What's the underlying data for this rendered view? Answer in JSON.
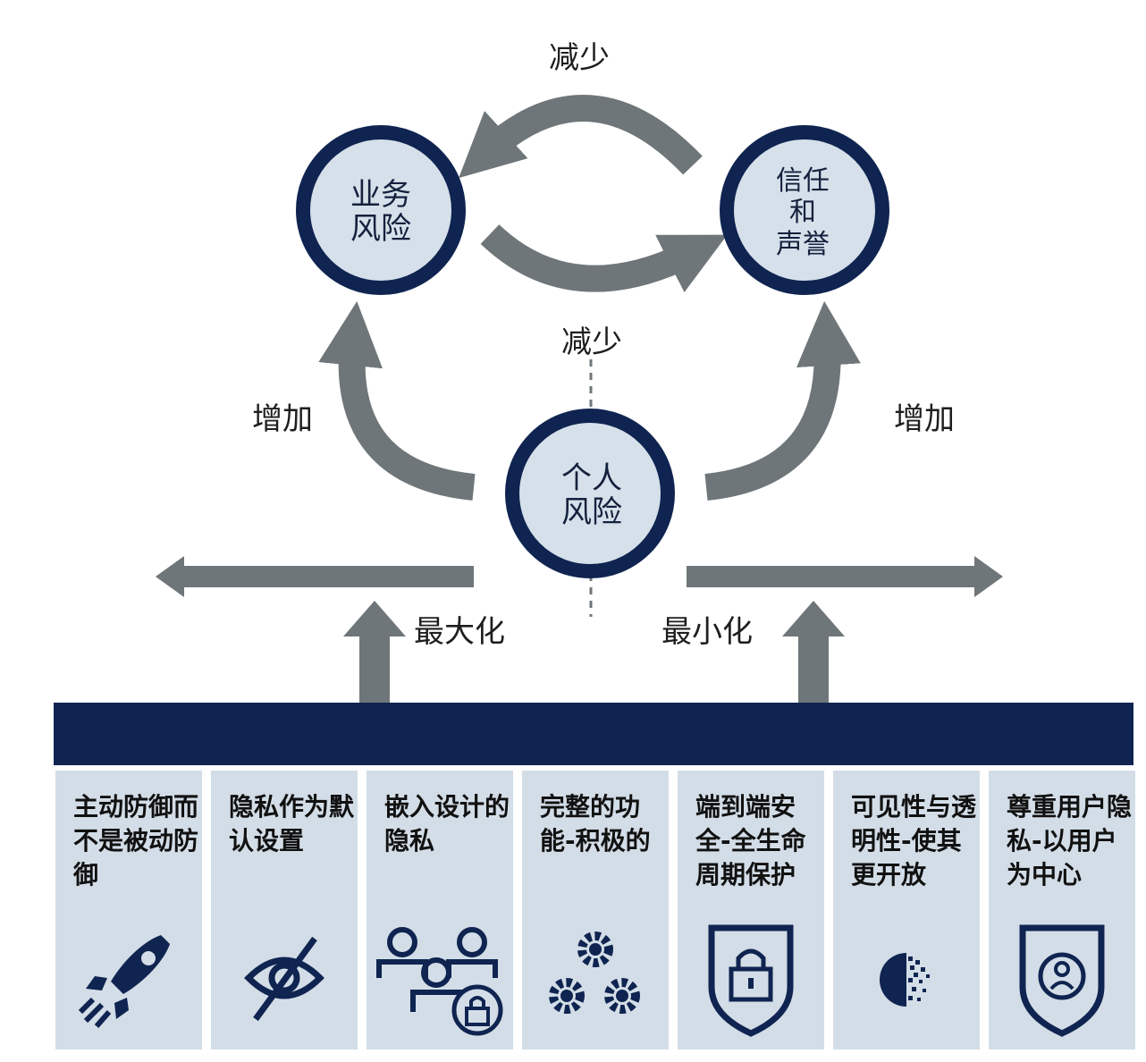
{
  "colors": {
    "navy": "#0f2450",
    "gray": "#6f7679",
    "panel_bg": "#d3dde7",
    "circle_fill": "#d6e0ea"
  },
  "circles": {
    "business_risk": [
      "业务",
      "风险"
    ],
    "trust": [
      "信任",
      "和",
      "声誉"
    ],
    "personal_risk": [
      "个人",
      "风险"
    ]
  },
  "labels": {
    "reduce_top": "减少",
    "reduce_mid": "减少",
    "increase_left": "增加",
    "increase_right": "增加",
    "maximize": "最大化",
    "minimize": "最小化"
  },
  "principles": [
    {
      "text": "主动防御而不是被动防御",
      "icon": "rocket-icon"
    },
    {
      "text": "隐私作为默认设置",
      "icon": "eye-slash-icon"
    },
    {
      "text": "嵌入设计的隐私",
      "icon": "people-lock-icon"
    },
    {
      "text": "完整的功能-积极的",
      "icon": "gears-icon"
    },
    {
      "text": "端到端安全-全生命周期保护",
      "icon": "shield-lock-icon"
    },
    {
      "text": "可见性与透明性-使其更开放",
      "icon": "half-circle-icon"
    },
    {
      "text": "尊重用户隐私-以用户为中心",
      "icon": "shield-user-icon"
    }
  ]
}
